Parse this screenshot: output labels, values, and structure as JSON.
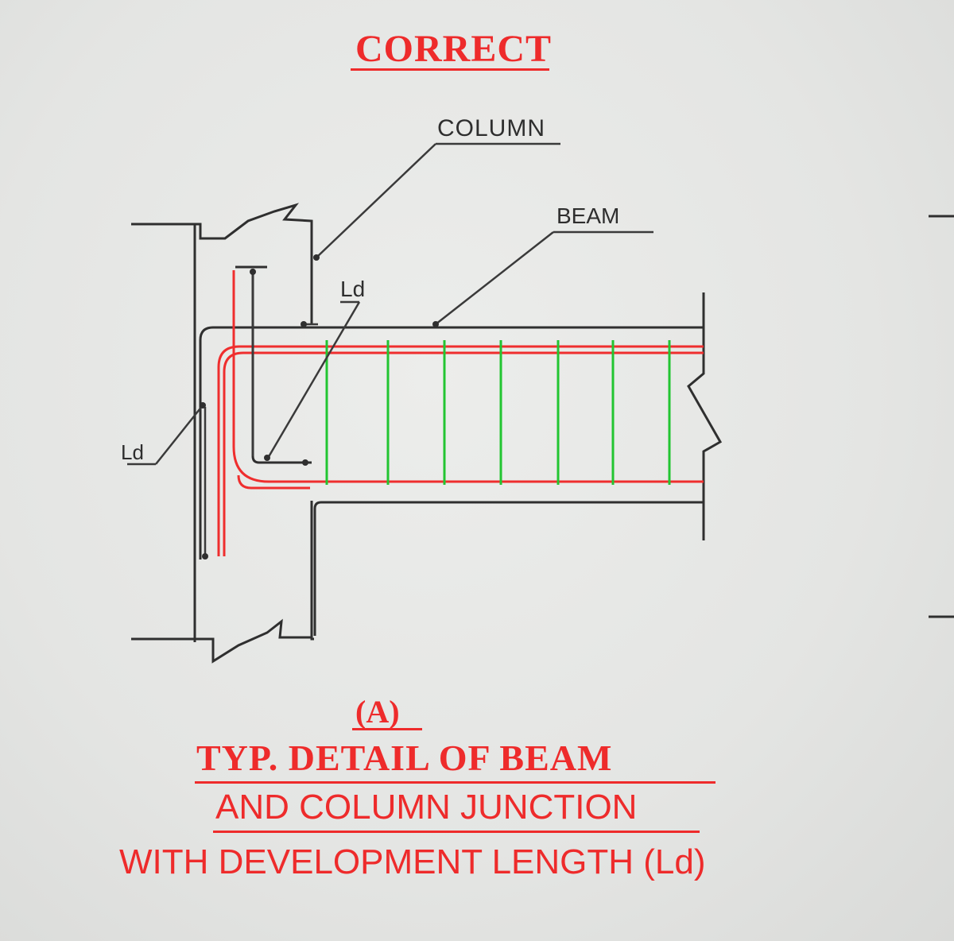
{
  "heading": "CORRECT",
  "labels": {
    "column": "COLUMN",
    "beam": "BEAM",
    "ld_top": "Ld",
    "ld_left": "Ld"
  },
  "caption": {
    "tag": "(A)",
    "line1": "TYP. DETAIL OF BEAM",
    "line2": "AND COLUMN JUNCTION",
    "line3": "WITH DEVELOPMENT LENGTH (Ld)"
  },
  "colors": {
    "outline": "#2f2f2f",
    "main_reinforcement": "#ef2e2e",
    "stirrups": "#22c531",
    "caption_text": "#ee2b2b"
  }
}
